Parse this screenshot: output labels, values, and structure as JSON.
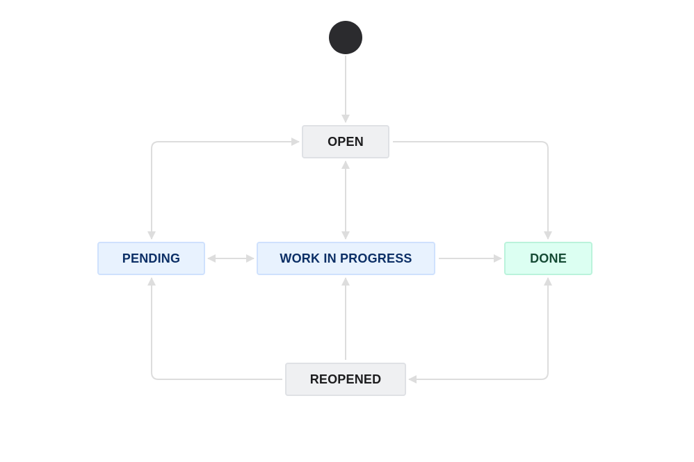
{
  "statuses": {
    "open": {
      "label": "OPEN",
      "category": "todo"
    },
    "pending": {
      "label": "PENDING",
      "category": "inprogress"
    },
    "work_in_progress": {
      "label": "WORK IN PROGRESS",
      "category": "inprogress"
    },
    "done": {
      "label": "DONE",
      "category": "done"
    },
    "reopened": {
      "label": "REOPENED",
      "category": "todo"
    }
  },
  "start": {
    "label": "",
    "leads_to": "open"
  },
  "transitions": [
    {
      "from": "start",
      "to": "open"
    },
    {
      "from": "pending",
      "to": "open"
    },
    {
      "from": "open",
      "to": "pending"
    },
    {
      "from": "open",
      "to": "done"
    },
    {
      "from": "open",
      "to": "work_in_progress"
    },
    {
      "from": "work_in_progress",
      "to": "open"
    },
    {
      "from": "pending",
      "to": "work_in_progress"
    },
    {
      "from": "work_in_progress",
      "to": "pending"
    },
    {
      "from": "work_in_progress",
      "to": "done"
    },
    {
      "from": "reopened",
      "to": "pending"
    },
    {
      "from": "reopened",
      "to": "work_in_progress"
    },
    {
      "from": "done",
      "to": "reopened"
    },
    {
      "from": "reopened",
      "to": "done"
    }
  ],
  "colors": {
    "todo_bg": "#eff0f2",
    "inprogress_bg": "#e8f2fe",
    "done_bg": "#dcfff2",
    "connector": "#dddddd",
    "start_node": "#2b2b2e"
  }
}
